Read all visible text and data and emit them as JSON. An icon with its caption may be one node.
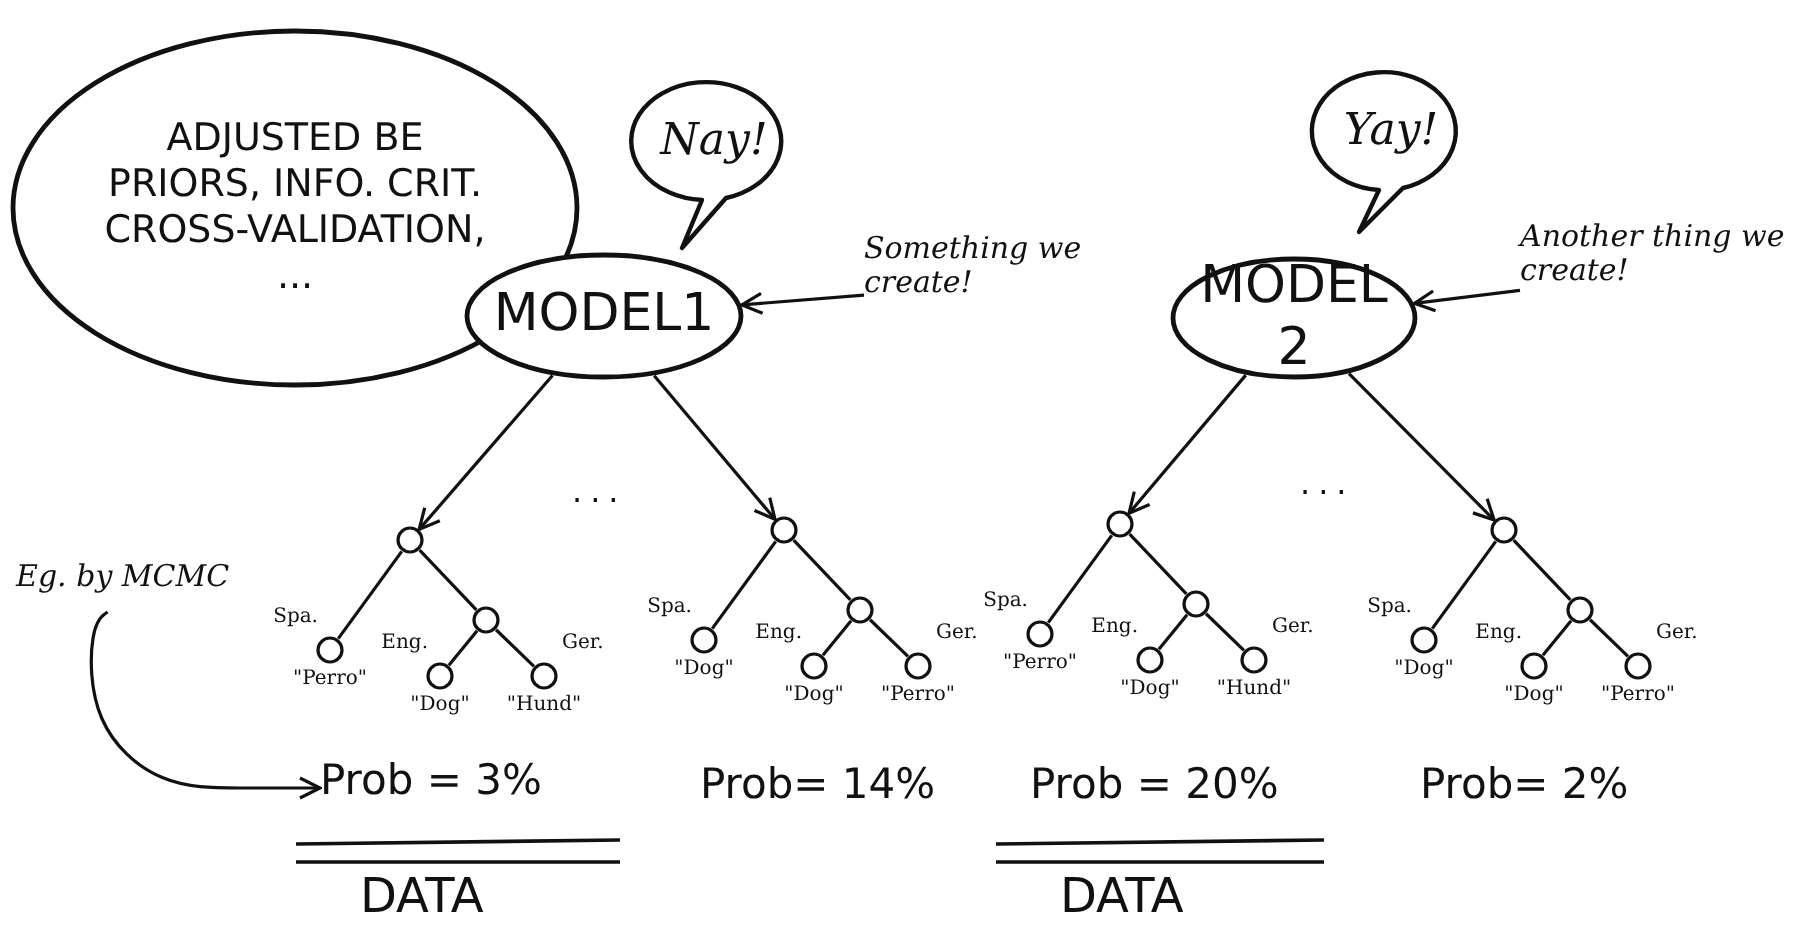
{
  "diagram": {
    "nodes": [
      {
        "text": [
          "ADJUSTED BE PRIORS, INFO. CRIT. CROSS-VALIDATION, ..."
        ]
      },
      {
        "text": [
          "Nay!"
        ]
      },
      {
        "text": [
          "MODEL1"
        ]
      },
      {
        "text": [
          "Something we create!"
        ]
      },
      {
        "text": [
          "Yay!"
        ]
      },
      {
        "text": [
          "MODEL 2"
        ]
      },
      {
        "text": [
          "Another thing we create!"
        ]
      },
      {
        "text": [
          "Eg. by MCMC"
        ]
      },
      {
        "text": [
          "Prob = 3%"
        ]
      },
      {
        "text": [],
        "shape": "circle"
      },
      {
        "text": [],
        "shape": "circle",
        "beside": [
          "Spa.",
          "\"Perro\""
        ]
      },
      {
        "text": [],
        "shape": "circle"
      },
      {
        "text": [],
        "shape": "circle",
        "beside": [
          "Eng.",
          "\"Dog\""
        ]
      },
      {
        "text": [],
        "shape": "circle",
        "beside": [
          "Ger.",
          "\"Hund\""
        ]
      },
      {
        "text": [],
        "shape": "circle"
      },
      {
        "text": [],
        "shape": "circle",
        "beside": [
          "Spa.",
          "\"Dog\""
        ]
      },
      {
        "text": [],
        "shape": "circle"
      },
      {
        "text": [],
        "shape": "circle",
        "beside": [
          "Eng.",
          "\"Dog\""
        ]
      },
      {
        "text": [],
        "shape": "circle",
        "beside": [
          "Ger.",
          "\"Perro\""
        ]
      },
      {
        "text": [],
        "shape": "circle"
      },
      {
        "text": [],
        "shape": "circle",
        "beside": [
          "Spa.",
          "\"Perro\""
        ]
      },
      {
        "text": [],
        "shape": "circle"
      },
      {
        "text": [],
        "shape": "circle",
        "beside": [
          "Eng.",
          "\"Dog\""
        ]
      },
      {
        "text": [],
        "shape": "circle",
        "beside": [
          "Ger.",
          "\"Hund\""
        ]
      },
      {
        "text": [],
        "shape": "circle"
      },
      {
        "text": [],
        "shape": "circle",
        "beside": [
          "Spa.",
          "\"Dog\""
        ]
      },
      {
        "text": [],
        "shape": "circle"
      },
      {
        "text": [],
        "shape": "circle",
        "beside": [
          "Eng.",
          "\"Dog\""
        ]
      },
      {
        "text": [],
        "shape": "circle",
        "beside": [
          "Ger.",
          "\"Perro\""
        ]
      }
    ],
    "edges": [
      {
        "from": 3,
        "to": 2,
        "arrow": "to"
      },
      {
        "from": 6,
        "to": 5,
        "arrow": "to"
      },
      {
        "from": 2,
        "to": 9,
        "arrow": "to"
      },
      {
        "from": 2,
        "to": 14,
        "arrow": "to"
      },
      {
        "from": 5,
        "to": 19,
        "arrow": "to"
      },
      {
        "from": 5,
        "to": 24,
        "arrow": "to"
      },
      {
        "from": 7,
        "to": 8,
        "arrow": "to"
      },
      {
        "from": 9,
        "to": 10,
        "arrow": "none"
      },
      {
        "from": 9,
        "to": 11,
        "arrow": "none"
      },
      {
        "from": 11,
        "to": 12,
        "arrow": "none"
      },
      {
        "from": 11,
        "to": 13,
        "arrow": "none"
      },
      {
        "from": 14,
        "to": 15,
        "arrow": "none"
      },
      {
        "from": 14,
        "to": 16,
        "arrow": "none"
      },
      {
        "from": 16,
        "to": 17,
        "arrow": "none"
      },
      {
        "from": 16,
        "to": 18,
        "arrow": "none"
      },
      {
        "from": 19,
        "to": 20,
        "arrow": "none"
      },
      {
        "from": 19,
        "to": 21,
        "arrow": "none"
      },
      {
        "from": 21,
        "to": 22,
        "arrow": "none"
      },
      {
        "from": 21,
        "to": 23,
        "arrow": "none"
      },
      {
        "from": 24,
        "to": 25,
        "arrow": "none"
      },
      {
        "from": 24,
        "to": 26,
        "arrow": "none"
      },
      {
        "from": 26,
        "to": 27,
        "arrow": "none"
      },
      {
        "from": 26,
        "to": 28,
        "arrow": "none"
      }
    ],
    "labels": [
      "...",
      "...",
      "Prob= 14%",
      "Prob = 20%",
      "Prob= 2%",
      "DATA",
      "DATA"
    ]
  }
}
